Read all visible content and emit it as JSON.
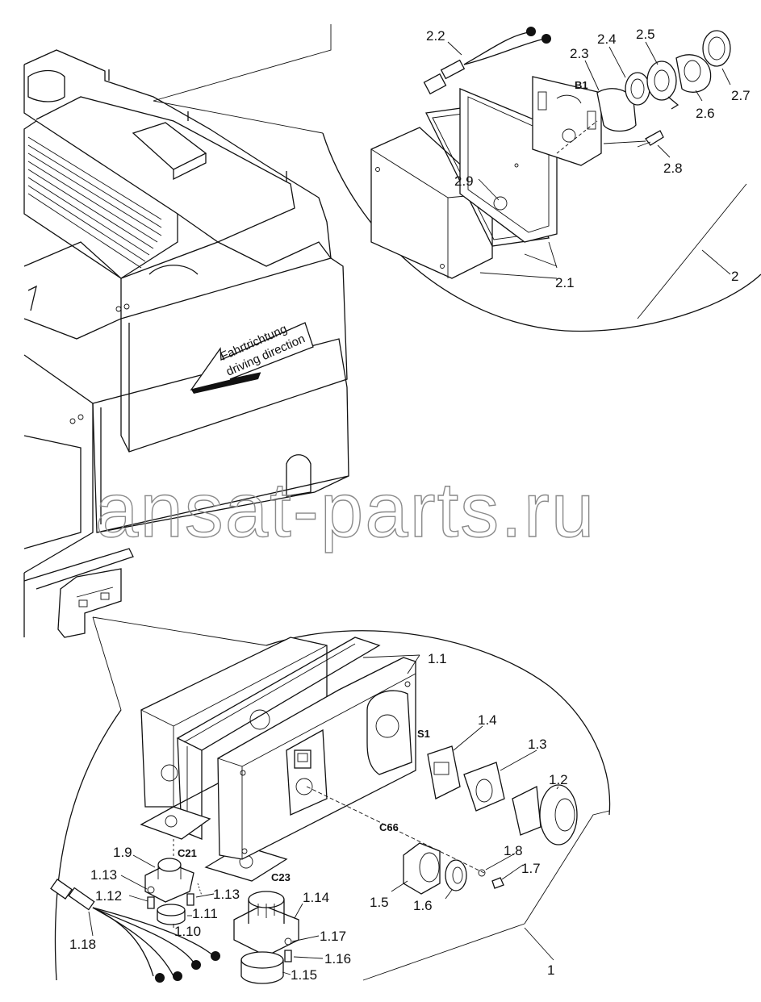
{
  "watermark": "ansat-parts.ru",
  "arrow_label": {
    "line1": "Fahrtrichtung",
    "line2": "driving direction"
  },
  "callouts": {
    "c2_2": "2.2",
    "c2_3": "2.3",
    "c2_4": "2.4",
    "c2_5": "2.5",
    "c2_6": "2.6",
    "c2_7": "2.7",
    "c2_8": "2.8",
    "c2_9": "2.9",
    "c2_1": "2.1",
    "c2": "2",
    "c1_1": "1.1",
    "c1_2": "1.2",
    "c1_3": "1.3",
    "c1_4": "1.4",
    "c1_5": "1.5",
    "c1_6": "1.6",
    "c1_7": "1.7",
    "c1_8": "1.8",
    "c1_9": "1.9",
    "c1_10": "1.10",
    "c1_11": "1.11",
    "c1_12": "1.12",
    "c1_13a": "1.13",
    "c1_13b": "1.13",
    "c1_14": "1.14",
    "c1_15": "1.15",
    "c1_16": "1.16",
    "c1_17": "1.17",
    "c1_18": "1.18",
    "c1": "1"
  },
  "component_refs": {
    "b1": "B1",
    "s1": "S1",
    "c66": "C66",
    "c21": "C21",
    "c23": "C23"
  }
}
